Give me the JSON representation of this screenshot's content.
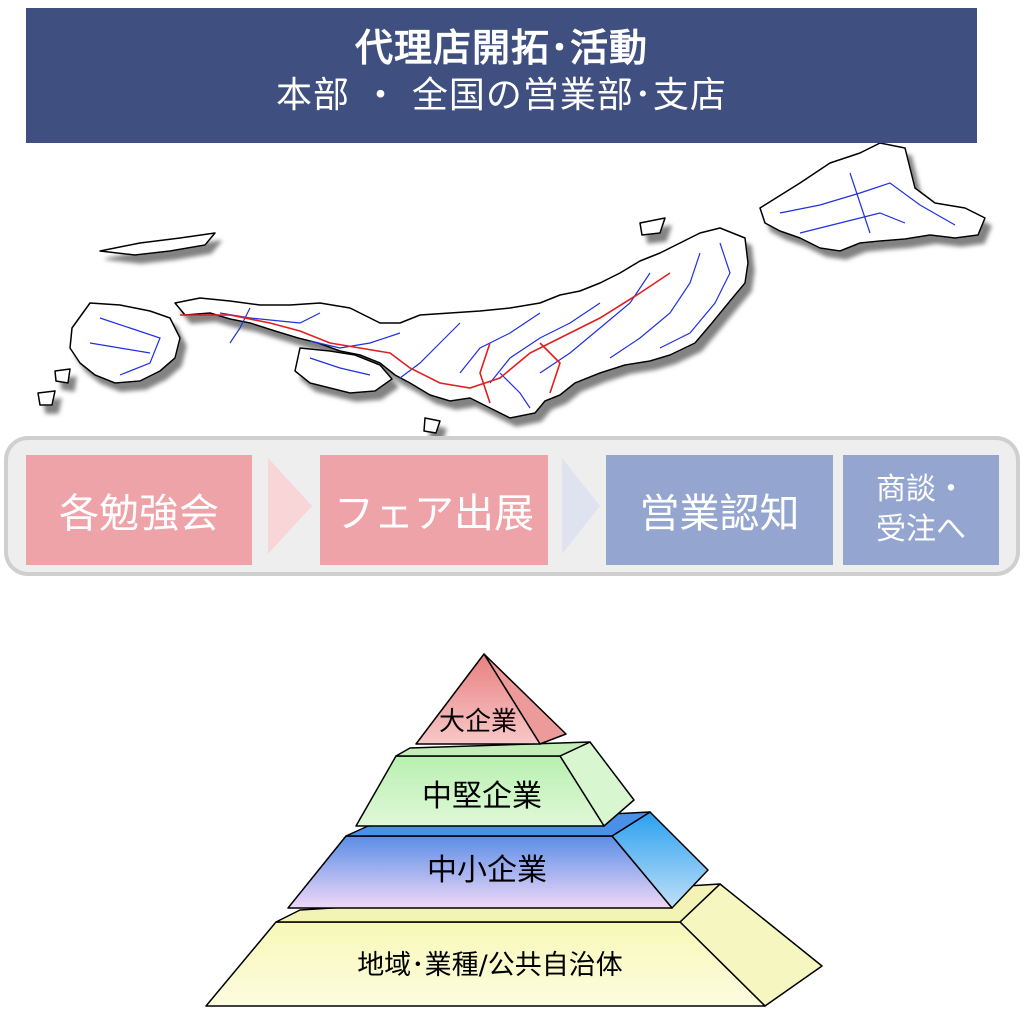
{
  "header": {
    "title": "代理店開拓･活動",
    "subtitle": "本部 ・ 全国の営業部･支店"
  },
  "flow": {
    "steps": [
      {
        "label": "各勉強会"
      },
      {
        "label": "フェア出展"
      },
      {
        "label": "営業認知"
      },
      {
        "label": "商談・\n受注へ"
      }
    ]
  },
  "pyramid": {
    "tiers": [
      {
        "label": "大企業"
      },
      {
        "label": "中堅企業"
      },
      {
        "label": "中小企業"
      },
      {
        "label": "地域･業種/公共自治体"
      }
    ]
  },
  "colors": {
    "header_bg": "#3f4f7f",
    "step_pink": "#eda3a8",
    "step_blue": "#94a6cf",
    "tier_top": "#f0a8a8",
    "tier_2": "#c8f0c0",
    "tier_3": "#a8c0f0",
    "tier_base": "#fafac8",
    "map_road_red": "#e02020",
    "map_road_blue": "#2030e0"
  }
}
